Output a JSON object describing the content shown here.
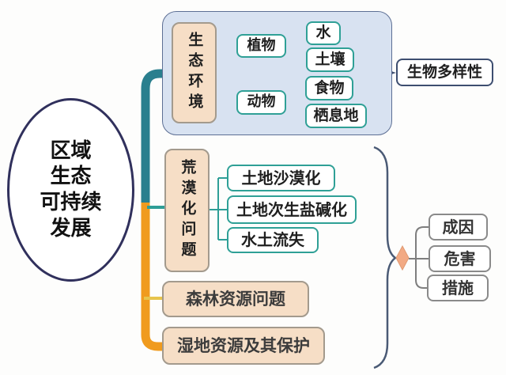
{
  "colors": {
    "teal_branch": "#2a7f8e",
    "teal_connector": "#2e9e96",
    "orange_branch": "#f09b1e",
    "yellow_connector": "#e7c44c",
    "container_fill": "#d8e2f1",
    "tan_node_fill": "#f6dec6",
    "navy_outline": "#3d4e70",
    "gray_outline": "#8a8a8a",
    "red_arrow": "#b23442",
    "diamond_fill": "#f2aa84"
  },
  "mindmap": {
    "root_label": "区域\n生态\n可持续\n发展",
    "ecology": {
      "label": "生态环境",
      "plants": "植物",
      "animals": "动物",
      "plant_children": [
        "水",
        "土壤"
      ],
      "animal_children": [
        "食物",
        "栖息地"
      ],
      "summary": "生物多样性"
    },
    "desertification": {
      "label": "荒漠化问题",
      "children": [
        "土地沙漠化",
        "土地次生盐碱化",
        "水土流失"
      ]
    },
    "forest_label": "森林资源问题",
    "wetland_label": "湿地资源及其保护",
    "analysis": [
      "成因",
      "危害",
      "措施"
    ]
  }
}
